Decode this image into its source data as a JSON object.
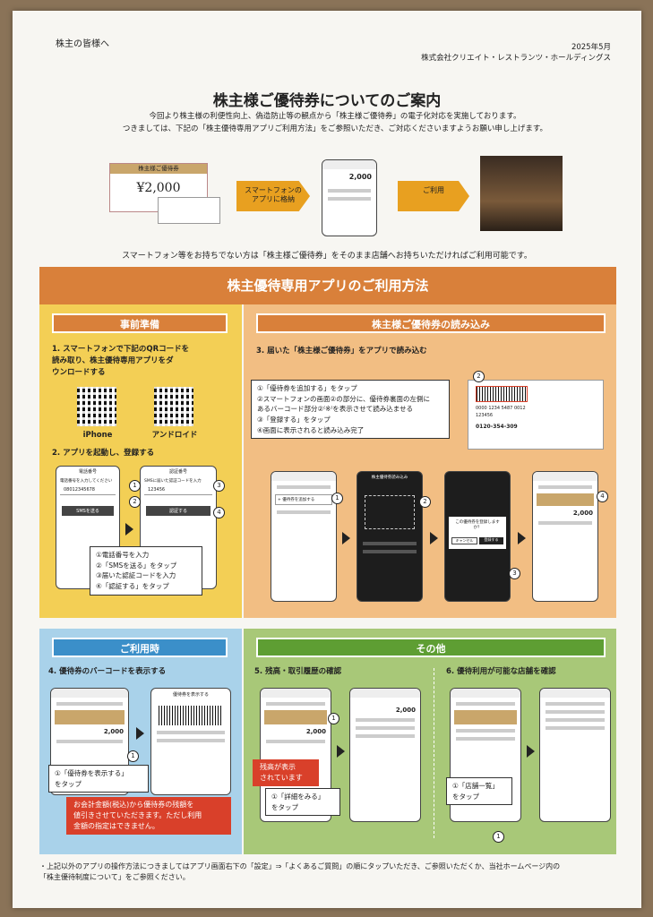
{
  "header": {
    "to": "株主の皆様へ",
    "date": "2025年5月",
    "company": "株式会社クリエイト・レストランツ・ホールディングス"
  },
  "title": "株主様ご優待券についてのご案内",
  "intro": [
    "今回より株主様の利便性向上、偽造防止等の観点から「株主様ご優待券」の電子化対応を実施しております。",
    "つきましては、下記の「株主優待専用アプリご利用方法」をご参照いただき、ご対応くださいますようお願い申し上げます。"
  ],
  "flow": {
    "voucher_title": "株主様ご優待券",
    "voucher_amount": "¥2,000",
    "arrow1": "スマートフォンの\nアプリに格納",
    "phone_amount": "2,000",
    "arrow2": "ご利用"
  },
  "note_no_phone": "スマートフォン等をお持ちでない方は「株主様ご優待券」をそのまま店舗へお持ちいただければご利用可能です。",
  "banner": "株主優待専用アプリのご利用方法",
  "prep": {
    "title": "事前準備",
    "step1": "1. スマートフォンで下記のQRコードを\n読み取り、株主優待専用アプリをダ\nウンロードする",
    "iphone": "iPhone",
    "android": "アンドロイド",
    "step2": "2. アプリを起動し、登録する",
    "phone1_title": "電話番号",
    "phone1_label": "電話番号を入力してください",
    "phone1_value": "08012345678",
    "phone1_btn": "SMSを送る",
    "phone2_title": "認証番号",
    "phone2_label": "SMSに届いた認証コードを入力",
    "phone2_value": "123456",
    "phone2_btn": "認証する",
    "items": [
      "①電話番号を入力",
      "②「SMSを送る」をタップ",
      "③届いた認証コードを入力",
      "④「認証する」をタップ"
    ]
  },
  "read": {
    "title": "株主様ご優待券の読み込み",
    "step3": "3. 届いた「株主様ご優待券」をアプリで読み込む",
    "items": [
      "①「優待券を追加する」をタップ",
      "②スマートフォンの画面②の部分に、優待券裏面の左側に",
      "あるバーコード部分②⁽※⁾を表示させて読み込ませる",
      "③「登録する」をタップ",
      "④画面に表示されると読み込み完了"
    ],
    "card_number": "0000 1234 5487 0012",
    "card_pin": "123456",
    "card_phone": "0120-354-309",
    "scan_title": "株主優待券読み込み",
    "dialog": "この優待券を登録しますか？",
    "dialog_cancel": "キャンセル",
    "dialog_ok": "登録する",
    "amount": "2,000"
  },
  "use": {
    "title": "ご利用時",
    "step4": "4. 優待券のバーコードを表示する",
    "screen_title": "優待券を表示する",
    "amount": "2,000",
    "callout": "①「優待券を表示する」\nをタップ",
    "warning": "お会計金額(税込)から優待券の残額を\n値引きさせていただきます。ただし利用\n金額の指定はできません。"
  },
  "other": {
    "title": "その他",
    "step5": "5. 残高・取引履歴の確認",
    "amount": "2,000",
    "red_note": "残高が表示\nされています",
    "callout5": "①「詳細をみる」\nをタップ",
    "step6": "6. 優待利用が可能な店舗を確認",
    "callout6": "①「店舗一覧」\nをタップ"
  },
  "footer": "・上記以外のアプリの操作方法につきましてはアプリ画面右下の「設定」⇒「よくあるご質問」の順にタップいただき、ご参照いただくか、当社ホームページ内の\n「株主優待制度について」をご参照ください。",
  "colors": {
    "orange": "#d9803a",
    "yellow": "#f3cf55",
    "peach": "#f2be83",
    "blue": "#a9d2ea",
    "green": "#a8c878",
    "red": "#d9402a"
  }
}
